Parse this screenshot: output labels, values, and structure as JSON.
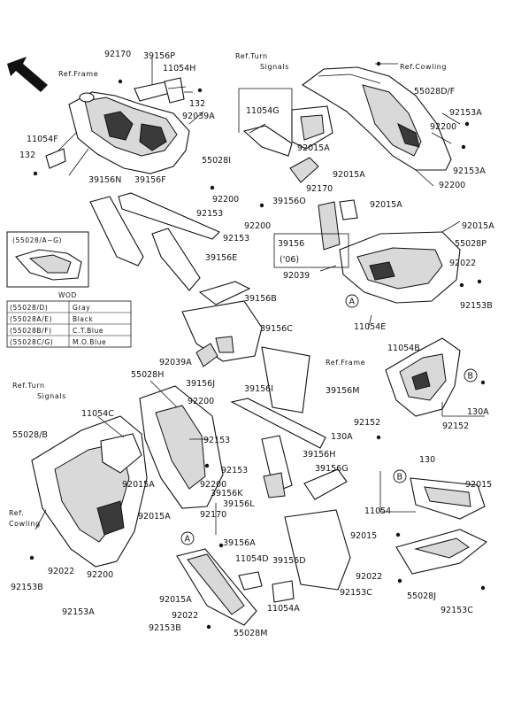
{
  "ref_labels": {
    "frame_top": "Ref.Frame",
    "turn_signals_top_1": "Ref.Turn",
    "turn_signals_top_2": "Signals",
    "cowling_top": "Ref.Cowling",
    "frame_right": "Ref.Frame",
    "turn_signals_left_1": "Ref.Turn",
    "turn_signals_left_2": "Signals",
    "cowling_left_1": "Ref.",
    "cowling_left_2": "Cowling"
  },
  "inset": {
    "title": "(55028/A~G)",
    "wod_title": "WOD",
    "rows": [
      {
        "code": "(55028/D)",
        "color": "Gray"
      },
      {
        "code": "(55028A/E)",
        "color": "Black"
      },
      {
        "code": "(55028B/F)",
        "color": "C.T.Blue"
      },
      {
        "code": "(55028C/G)",
        "color": "M.O.Blue"
      }
    ]
  },
  "year_note": "('06)",
  "callouts": {
    "A": "A",
    "B": "B"
  },
  "part_labels": [
    "92170",
    "39156P",
    "11054H",
    "132",
    "92039A",
    "11054F",
    "132",
    "11054G",
    "55028D/F",
    "92153A",
    "92200",
    "92153A",
    "92200",
    "55028I",
    "92015A",
    "92015A",
    "92170",
    "92015A",
    "39156N",
    "39156F",
    "92200",
    "92153",
    "39156O",
    "92200",
    "92153",
    "39156E",
    "39156",
    "55028P",
    "92015A",
    "92022",
    "92039",
    "92153B",
    "11054E",
    "11054B",
    "39156B",
    "39156C",
    "92039A",
    "55028H",
    "39156J",
    "39156I",
    "39156M",
    "92200",
    "11054C",
    "55028/B",
    "92153",
    "92152",
    "130A",
    "92152",
    "130A",
    "39156H",
    "39156G",
    "130",
    "92153",
    "92015A",
    "92200",
    "39156K",
    "92015",
    "92015A",
    "92170",
    "39156L",
    "11054",
    "92015",
    "39156A",
    "11054D",
    "39156D",
    "92022",
    "92153B",
    "92200",
    "92015A",
    "11054A",
    "92022",
    "92153C",
    "55028J",
    "92153A",
    "92022",
    "92153B",
    "55028M",
    "92153C"
  ]
}
